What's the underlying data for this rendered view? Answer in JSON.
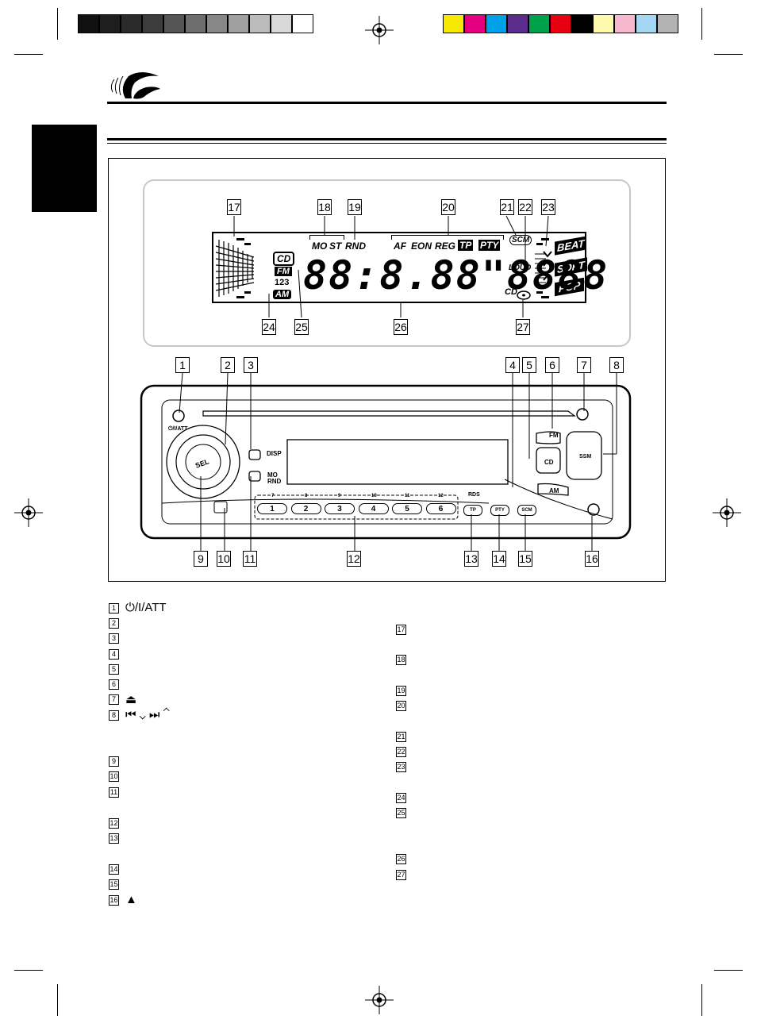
{
  "colors": {
    "gray_bar": [
      "#111111",
      "#1e1e1e",
      "#2b2b2b",
      "#3c3c3c",
      "#555555",
      "#6e6e6e",
      "#878787",
      "#a0a0a0",
      "#bcbcbc",
      "#d9d9d9",
      "#ffffff"
    ],
    "color_bar": [
      "#f6e800",
      "#e4007f",
      "#00a0e9",
      "#5a2d8c",
      "#00a14b",
      "#e60012",
      "#000000",
      "#fff9b0",
      "#f7b7cf",
      "#a5d6f2",
      "#b3b3b3"
    ]
  },
  "display_panel": {
    "callouts_top": [
      "17",
      "18",
      "19",
      "20",
      "21",
      "22",
      "23"
    ],
    "callouts_bottom": [
      "24",
      "25",
      "26",
      "27"
    ],
    "indicators": {
      "mo": "MO",
      "st": "ST",
      "rnd": "RND",
      "af": "AF",
      "eon": "EON",
      "reg": "REG",
      "tp": "TP",
      "pty": "PTY",
      "scm": "SCM",
      "loud": "LOUD",
      "beat": "BEAT",
      "soft": "SOFT",
      "pop": "POP",
      "cd": "CD",
      "fm": "FM",
      "preset_nums": "123",
      "am": "AM",
      "cd_disc": "CD",
      "segments": "88:8.88\"8888"
    }
  },
  "unit": {
    "callouts_top": [
      "1",
      "2",
      "3",
      "4",
      "5",
      "6",
      "7",
      "8"
    ],
    "callouts_bottom": [
      "9",
      "10",
      "11",
      "12",
      "13",
      "14",
      "15",
      "16"
    ],
    "labels": {
      "power": "⏻/I/ATT",
      "disp": "DISP",
      "mo": "MO",
      "rnd": "RND",
      "sel": "SEL",
      "fm": "FM",
      "cd": "CD",
      "am": "AM",
      "ssm": "SSM",
      "rds": "RDS",
      "tp": "TP",
      "pty": "PTY",
      "scm": "SCM"
    },
    "preset_top": [
      "7",
      "8",
      "9",
      "10",
      "11",
      "12"
    ],
    "preset_buttons": [
      "1",
      "2",
      "3",
      "4",
      "5",
      "6"
    ]
  },
  "legend_left": [
    {
      "num": "1",
      "text": "⏻/I/ATT"
    },
    {
      "num": "2",
      "text": ""
    },
    {
      "num": "3",
      "text": ""
    },
    {
      "num": "4",
      "text": ""
    },
    {
      "num": "5",
      "text": ""
    },
    {
      "num": "6",
      "text": ""
    },
    {
      "num": "7",
      "text": "⏏"
    },
    {
      "num": "8",
      "text": "⏮ ⌄  ⏭ ⌃"
    },
    {
      "num": "9",
      "text": ""
    },
    {
      "num": "10",
      "text": ""
    },
    {
      "num": "11",
      "text": ""
    },
    {
      "num": "12",
      "text": ""
    },
    {
      "num": "13",
      "text": ""
    },
    {
      "num": "14",
      "text": ""
    },
    {
      "num": "15",
      "text": ""
    },
    {
      "num": "16",
      "text": "▲"
    }
  ],
  "legend_right": [
    "17",
    "18",
    "19",
    "20",
    "21",
    "22",
    "23",
    "24",
    "25",
    "26",
    "27"
  ]
}
